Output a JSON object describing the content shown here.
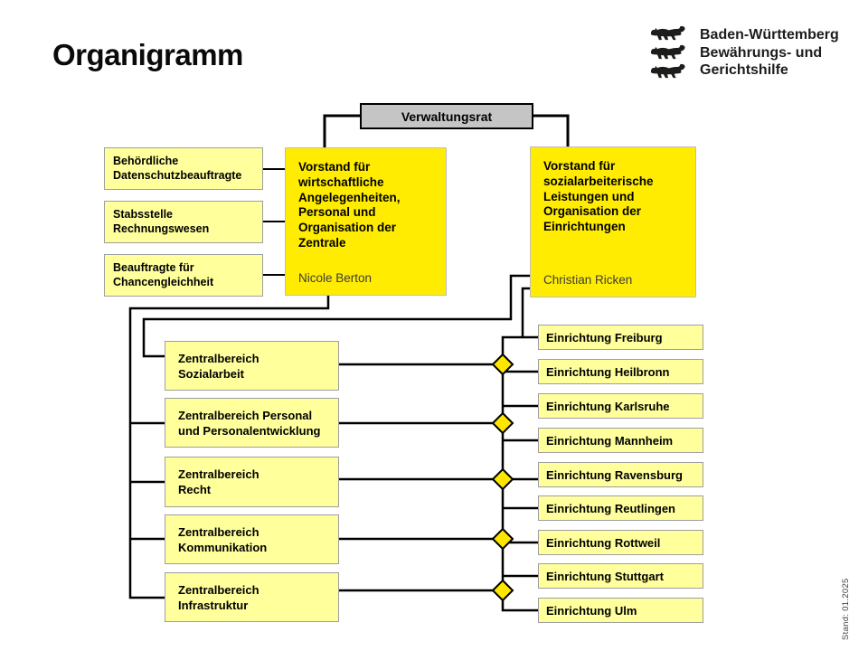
{
  "title": "Organigramm",
  "stand_note": "Stand: 01.2025",
  "logo": {
    "icon": "baden-wuerttemberg-three-lions-crest",
    "org_lines": "Baden-Württemberg\nBewährungs- und\nGerichtshilfe"
  },
  "chart": {
    "verwaltungsrat": "Verwaltungsrat",
    "vorstand_wirtschaft": {
      "title": "Vorstand für\nwirtschaftliche\nAngelegenheiten,\nPersonal und\nOrganisation der\nZentrale",
      "person": "Nicole Berton"
    },
    "vorstand_sozial": {
      "title": "Vorstand für\nsozialarbeiterische\nLeistungen und\nOrganisation der\nEinrichtungen",
      "person": "Christian Ricken"
    },
    "stabsstellen": [
      "Behördliche\nDatenschutzbeauftragte",
      "Stabsstelle\nRechnungswesen",
      "Beauftragte für\nChancengleichheit"
    ],
    "zentralbereiche": [
      "Zentralbereich\nSozialarbeit",
      "Zentralbereich Personal\nund Personalentwicklung",
      "Zentralbereich\nRecht",
      "Zentralbereich\nKommunikation",
      "Zentralbereich\nInfrastruktur"
    ],
    "einrichtungen": [
      "Einrichtung Freiburg",
      "Einrichtung Heilbronn",
      "Einrichtung Karlsruhe",
      "Einrichtung Mannheim",
      "Einrichtung Ravensburg",
      "Einrichtung Reutlingen",
      "Einrichtung Rottweil",
      "Einrichtung Stuttgart",
      "Einrichtung Ulm"
    ],
    "colors": {
      "highlight_yellow": "#ffec00",
      "light_yellow": "#ffff9c",
      "diamond_yellow": "#ffe600",
      "gray_box": "#c5c5c5",
      "line": "#000000"
    }
  }
}
